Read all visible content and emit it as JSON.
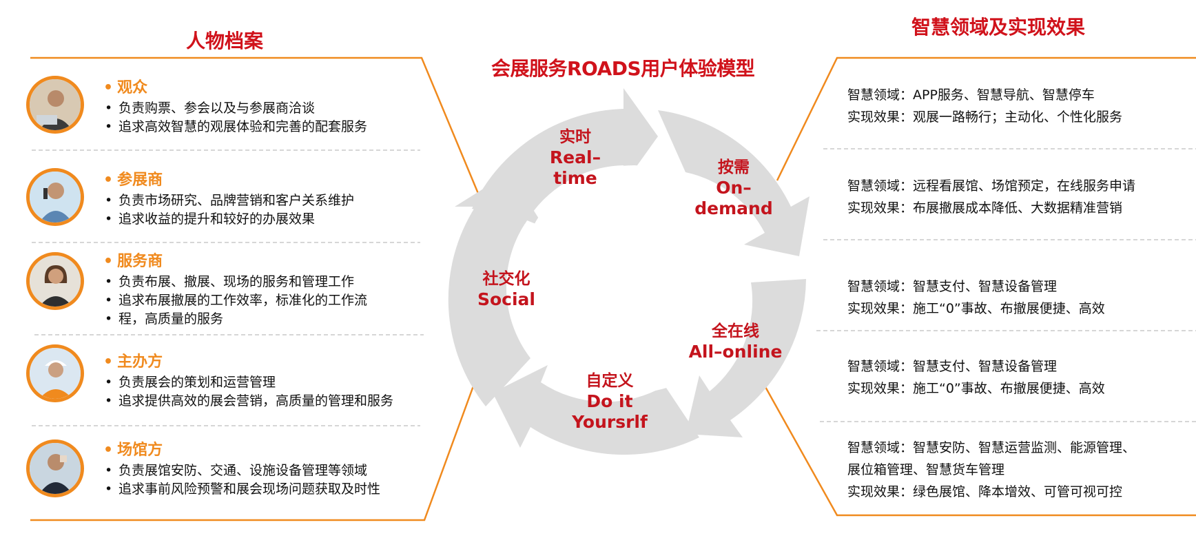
{
  "headers": {
    "left_title": "人物档案",
    "center_title": "会展服务ROADS用户体验模型",
    "right_title": "智慧领域及实现效果"
  },
  "personas": [
    {
      "name": "观众",
      "points": [
        "负责购票、参会以及与参展商洽谈",
        "追求高效智慧的观展体验和完善的配套服务"
      ]
    },
    {
      "name": "参展商",
      "points": [
        "负责市场研究、品牌营销和客户关系维护",
        "追求收益的提升和较好的办展效果"
      ]
    },
    {
      "name": "服务商",
      "points": [
        "负责布展、撤展、现场的服务和管理工作",
        "追求布展撤展的工作效率，标准化的工作流",
        "程，高质量的服务"
      ]
    },
    {
      "name": "主办方",
      "points": [
        "负责展会的策划和运营管理",
        "追求提供高效的展会营销，高质量的管理和服务"
      ]
    },
    {
      "name": "场馆方",
      "points": [
        "负责展馆安防、交通、设施设备管理等领域",
        "追求事前风险预警和展会现场问题获取及时性"
      ]
    }
  ],
  "cycle": {
    "realtime": {
      "cn": "实时",
      "en1": "Real–",
      "en2": "time"
    },
    "ondemand": {
      "cn": "按需",
      "en1": "On–",
      "en2": "demand"
    },
    "allonline": {
      "cn": "全在线",
      "en1": "All–online"
    },
    "diy": {
      "cn": "自定义",
      "en1": "Do it",
      "en2": "Yoursrlf"
    },
    "social": {
      "cn": "社交化",
      "en1": "Social"
    }
  },
  "areas": [
    {
      "lines": [
        "智慧领域：APP服务、智慧导航、智慧停车",
        "实现效果：观展一路畅行；主动化、个性化服务"
      ]
    },
    {
      "lines": [
        "智慧领域：远程看展馆、场馆预定，在线服务申请",
        "实现效果：布展撤展成本降低、大数据精准营销"
      ]
    },
    {
      "lines": [
        "智慧领域：智慧支付、智慧设备管理",
        "实现效果：施工“0”事故、布撤展便捷、高效"
      ]
    },
    {
      "lines": [
        "智慧领域：智慧支付、智慧设备管理",
        "实现效果：施工“0”事故、布撤展便捷、高效"
      ]
    },
    {
      "lines": [
        "智慧领域：智慧安防、智慧运营监测、能源管理、",
        "展位箱管理、智慧货车管理",
        "实现效果：绿色展馆、降本增效、可管可视可控"
      ]
    }
  ],
  "colors": {
    "accent_red": "#d0121b",
    "accent_orange": "#f08a1e",
    "cycle_gray": "#dcdcdc",
    "divider": "#c8c8c8"
  }
}
